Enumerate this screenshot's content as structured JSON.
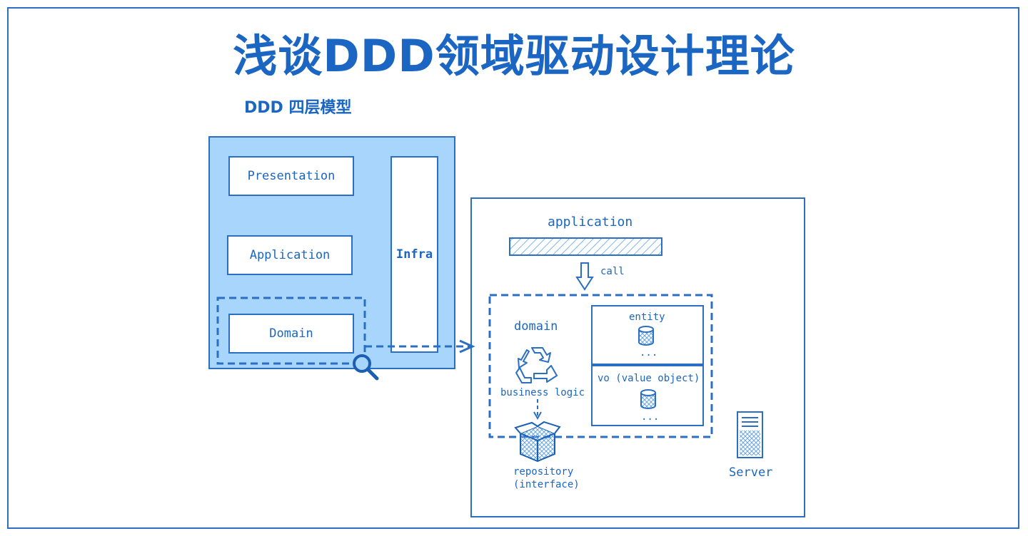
{
  "title": "浅谈DDD领域驱动设计理论",
  "subtitle": "DDD 四层模型",
  "layers": {
    "presentation": "Presentation",
    "application": "Application",
    "domain": "Domain",
    "infra": "Infra"
  },
  "detail": {
    "application": "application",
    "call": "call",
    "domain": "domain",
    "business_logic": "business logic",
    "entity": "entity",
    "entity_more": "...",
    "vo": "vo (value object)",
    "vo_more": "...",
    "repository_line1": "repository",
    "repository_line2": "(interface)",
    "server": "Server"
  },
  "colors": {
    "accent": "#1a66c2",
    "stroke": "#2b6fc4",
    "panel_fill": "#a7d5fb"
  }
}
